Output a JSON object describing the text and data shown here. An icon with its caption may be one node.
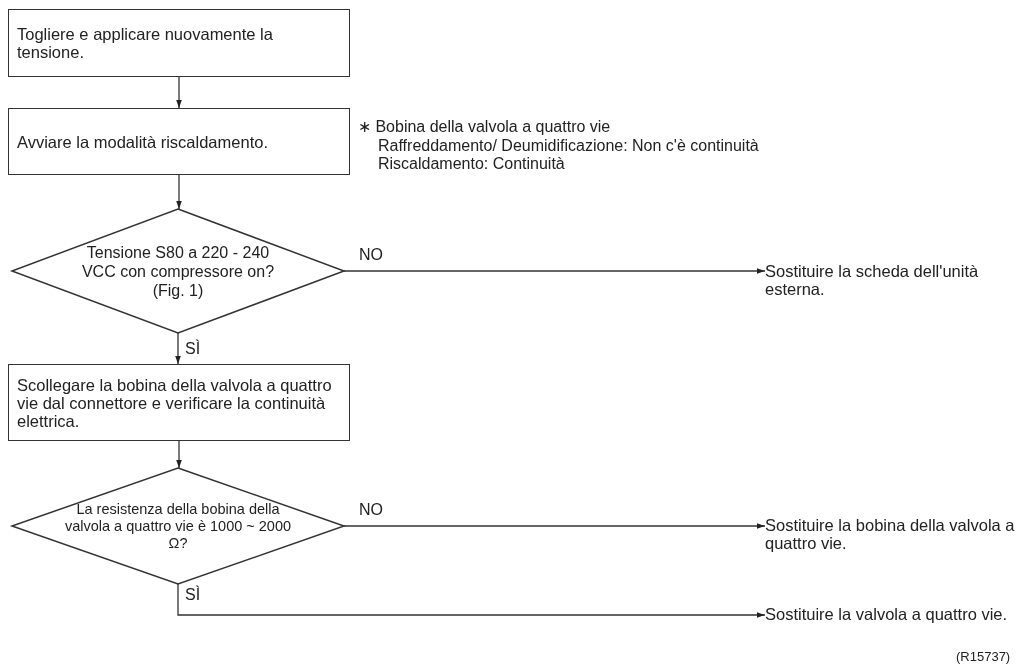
{
  "diagram": {
    "nodes": [
      {
        "text": [
          "Togliere e applicare nuovamente la tensione."
        ]
      },
      {
        "text": [
          "Avviare la modalità riscaldamento."
        ]
      },
      {
        "text": [
          "Tensione S80 a 220 - 240 VCC con compressore on? (Fig. 1)"
        ]
      },
      {
        "text": [
          "Sostituire la scheda dell'unità esterna."
        ]
      },
      {
        "text": [
          "Scollegare la bobina della valvola a quattro vie dal connettore e verificare la continuità elettrica."
        ]
      },
      {
        "text": [
          "La resistenza della bobina della valvola a quattro vie è 1000 ~ 2000 Ω?"
        ]
      },
      {
        "text": [
          "Sostituire la bobina della valvola a quattro vie."
        ]
      },
      {
        "text": [
          "Sostituire la valvola a quattro vie."
        ]
      }
    ],
    "edges": [
      {
        "from": 0,
        "to": 1,
        "arrow": "to"
      },
      {
        "from": 1,
        "to": 2,
        "arrow": "to"
      },
      {
        "from": 2,
        "to": 3,
        "arrow": "to",
        "label": "NO"
      },
      {
        "from": 2,
        "to": 4,
        "arrow": "to",
        "label": "SÌ"
      },
      {
        "from": 4,
        "to": 5,
        "arrow": "to"
      },
      {
        "from": 5,
        "to": 6,
        "arrow": "to",
        "label": "NO"
      },
      {
        "from": 5,
        "to": 7,
        "arrow": "to",
        "label": "SÌ"
      }
    ],
    "labels": [
      "∗ Bobina della valvola a quattro vie",
      "Raffreddamento/ Deumidificazione: Non c'è continuità",
      "Riscaldamento: Continuità",
      "(R15737)"
    ]
  }
}
